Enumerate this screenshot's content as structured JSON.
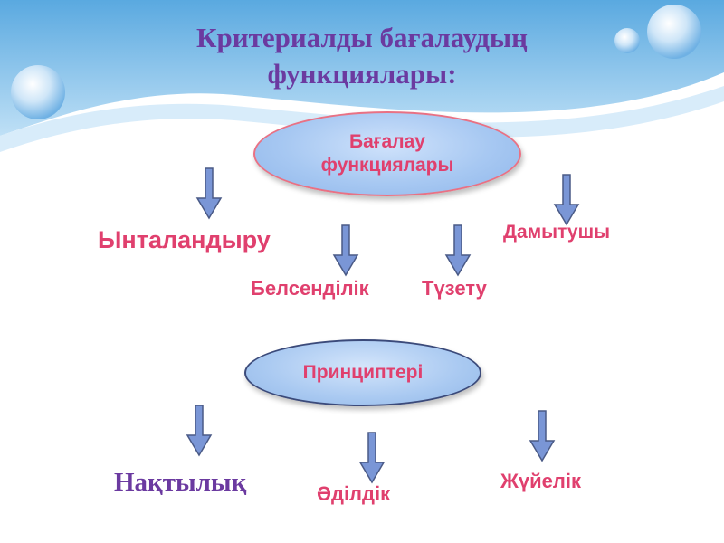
{
  "title": {
    "line1": "Критериалды бағалаудың",
    "line2": "функциялары:"
  },
  "top_node": {
    "line1": "Бағалау",
    "line2": "функциялары"
  },
  "functions": [
    "Ынталандыру",
    "Белсенділік",
    "Түзету",
    "Дамытушы"
  ],
  "principles_node": "Принциптері",
  "principles": [
    "Нақтылық",
    "Әділдік",
    "Жүйелік"
  ],
  "colors": {
    "title": "#6b3aa0",
    "node_text": "#e0406e",
    "arrow_fill": "#7a96d6",
    "arrow_stroke": "#4a5a86"
  }
}
